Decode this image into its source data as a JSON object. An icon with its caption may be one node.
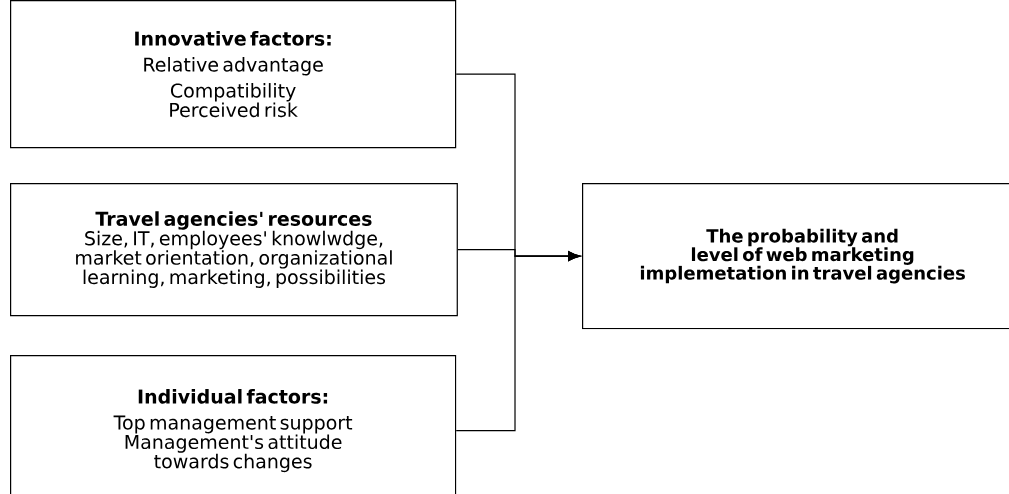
{
  "diagram": {
    "nodes": [
      {
        "text": [
          "Innovative factors:",
          "Relative advantage",
          "Compatibility",
          "Perceived risk"
        ]
      },
      {
        "text": [
          "Travel agencies' resources",
          "Size, IT, employees' knowlwdge, market orientation, organizational learning, marketing, possibilities"
        ]
      },
      {
        "text": [
          "Individual factors:",
          "Top management support",
          "Management's attitude towards changes"
        ]
      },
      {
        "text": [
          "The probability and level of web marketing implemetation in travel agencies"
        ]
      }
    ],
    "edges": [
      {
        "from": 0,
        "to": 3,
        "arrow": "to"
      },
      {
        "from": 1,
        "to": 3,
        "arrow": "to"
      },
      {
        "from": 2,
        "to": 3,
        "arrow": "to"
      }
    ]
  }
}
